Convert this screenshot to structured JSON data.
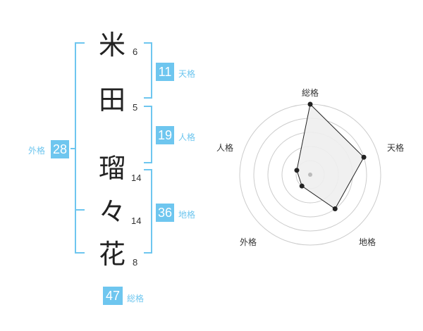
{
  "name": {
    "chars": [
      {
        "char": "米",
        "strokes": "6"
      },
      {
        "char": "田",
        "strokes": "5"
      },
      {
        "char": "瑠",
        "strokes": "14"
      },
      {
        "char": "々",
        "strokes": "14"
      },
      {
        "char": "花",
        "strokes": "8"
      }
    ]
  },
  "fortune": {
    "tenkaku": {
      "value": "11",
      "label": "天格"
    },
    "jinkaku": {
      "value": "19",
      "label": "人格"
    },
    "chikaku": {
      "value": "36",
      "label": "地格"
    },
    "gaikaku": {
      "value": "28",
      "label": "外格"
    },
    "soukaku": {
      "value": "47",
      "label": "総格"
    }
  },
  "colors": {
    "accent": "#6ec6ef",
    "text": "#222222",
    "grid": "#cccccc",
    "fill": "#eeeeee"
  },
  "chart_data": {
    "type": "radar",
    "axes": [
      "総格",
      "天格",
      "地格",
      "外格",
      "人格"
    ],
    "levels": 5,
    "values": [
      5,
      4,
      3,
      1,
      1
    ],
    "max": 5
  }
}
